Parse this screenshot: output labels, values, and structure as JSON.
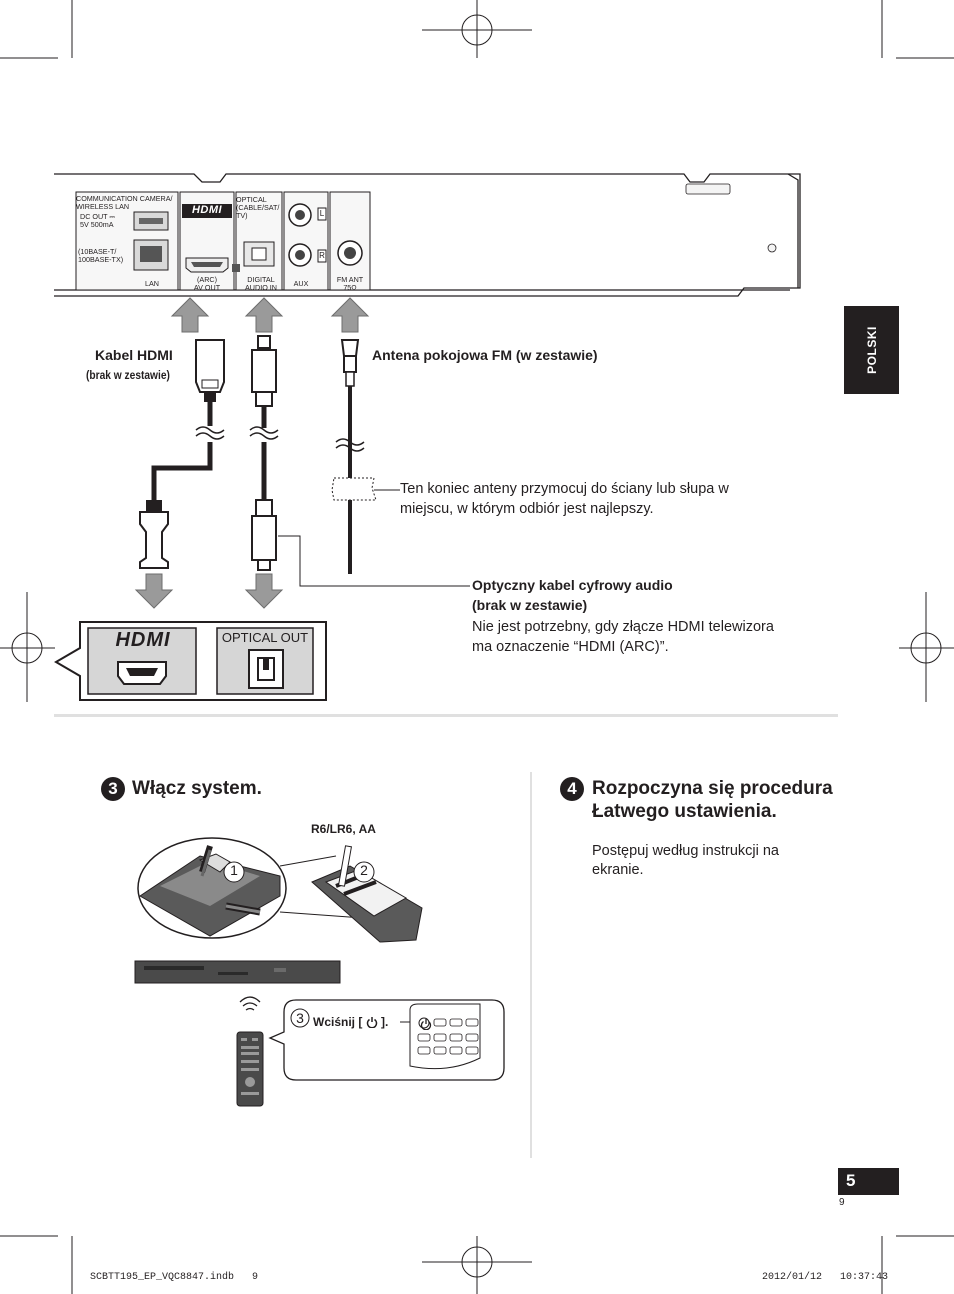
{
  "side_tab": {
    "language": "POLSKI"
  },
  "rear_panel": {
    "comm_label": "COMMUNICATION CAMERA/\nWIRELESS LAN",
    "dc_out": "DC OUT ⎓\n5V 500mA",
    "base_t": "(10BASE-T/\n100BASE-TX)",
    "lan": "LAN",
    "hdmi_logo": "HDMI",
    "av_out": "(ARC)\nAV OUT",
    "optical_top": "OPTICAL\n(CABLE/SAT/\nTV)",
    "digital_audio_in": "DIGITAL\nAUDIO IN",
    "aux": "AUX",
    "aux_l": "L",
    "aux_r": "R",
    "fm_ant": "FM ANT\n75Ω"
  },
  "labels": {
    "hdmi_cable_title": "Kabel HDMI",
    "hdmi_cable_sub": "(brak w zestawie)",
    "fm_antenna": "Antena pokojowa FM (w zestawie)",
    "antenna_note_1": "Ten koniec anteny przymocuj do ściany lub słupa w",
    "antenna_note_2": "miejscu, w którym odbiór jest najlepszy.",
    "optical_title_1": "Optyczny kabel cyfrowy audio",
    "optical_title_2": "(brak w zestawie)",
    "optical_note_1": "Nie jest potrzebny, gdy złącze HDMI telewizora",
    "optical_note_2": "ma oznaczenie “HDMI (ARC)”."
  },
  "tv_panel": {
    "hdmi_logo": "HDMI",
    "optical_out": "OPTICAL OUT"
  },
  "step3": {
    "number": "3",
    "title": "Włącz system.",
    "battery": "R6/LR6, AA",
    "sub1": "1",
    "sub2": "2",
    "sub3": "3",
    "press": "Wciśnij [",
    "press_end": "]."
  },
  "step4": {
    "number": "4",
    "title_1": "Rozpoczyna się procedura",
    "title_2": "Łatwego ustawienia.",
    "body_1": "Postępuj według instrukcji na",
    "body_2": "ekranie."
  },
  "page": {
    "number": "5",
    "small_number": "9"
  },
  "footer": {
    "file": "SCBTT195_EP_VQC8847.indb   9",
    "date": "2012/01/12   10:37:43"
  },
  "icons": [
    "power-icon",
    "registration-crosshair-icon",
    "remote-control-icon",
    "battery-icon",
    "signal-waves-icon"
  ]
}
